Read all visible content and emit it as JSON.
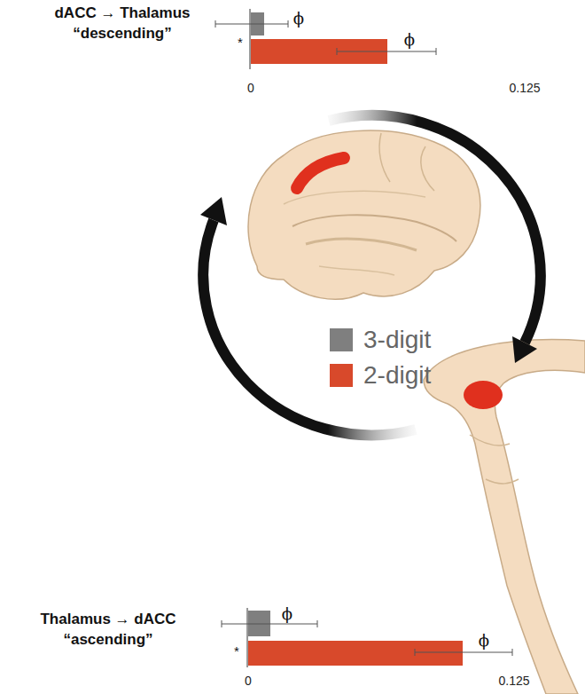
{
  "diagram": {
    "labels": [
      "dACC → Thalamus",
      "“descending”",
      "*",
      "ϕ",
      "ϕ",
      "0",
      "0.125",
      "Thalamus → dACC",
      "“ascending”",
      "*",
      "ϕ",
      "ϕ",
      "0",
      "0.125"
    ],
    "legend": [
      {
        "text": "3-digit",
        "color": "#7f7f7f"
      },
      {
        "text": "2-digit",
        "color": "#d8492b"
      }
    ]
  }
}
